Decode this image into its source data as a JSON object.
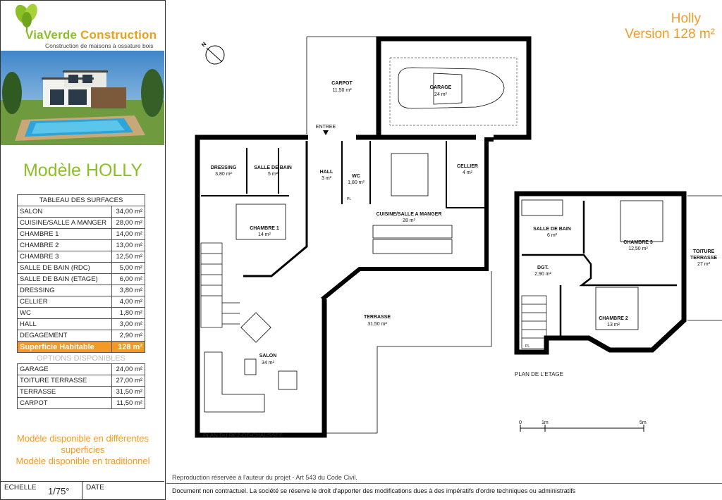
{
  "brand": {
    "name_part1": "ViaVerde ",
    "name_part2": "C",
    "name_part3": "onstruction",
    "tagline": "Construction de maisons à ossature bois"
  },
  "model_title": "Modèle HOLLY",
  "header": {
    "title": "Holly",
    "version": "Version 128 m²"
  },
  "table": {
    "title": "TABLEAU DES SURFACES",
    "rows": [
      {
        "name": "SALON",
        "value": "34,00 m²"
      },
      {
        "name": "CUISINE/SALLE A MANGER",
        "value": "28,00 m²"
      },
      {
        "name": "CHAMBRE 1",
        "value": "14,00 m²"
      },
      {
        "name": "CHAMBRE 2",
        "value": "13,00 m²"
      },
      {
        "name": "CHAMBRE 3",
        "value": "12,50 m²"
      },
      {
        "name": "SALLE DE BAIN (RDC)",
        "value": "5,00 m²"
      },
      {
        "name": "SALLE DE BAIN (ETAGE)",
        "value": "6,00 m²"
      },
      {
        "name": "DRESSING",
        "value": "3,80 m²"
      },
      {
        "name": "CELLIER",
        "value": "4,00 m²"
      },
      {
        "name": "WC",
        "value": "1,80 m²"
      },
      {
        "name": "HALL",
        "value": "3,00 m²"
      },
      {
        "name": "DEGAGEMENT",
        "value": "2,90 m²"
      }
    ],
    "habitable": {
      "name": "Superficie Habitable",
      "value": "128 m²"
    },
    "options_title": "OPTIONS DISPONIBLES",
    "options": [
      {
        "name": "GARAGE",
        "value": "24,00 m²"
      },
      {
        "name": "TOITURE TERRASSE",
        "value": "27,00 m²"
      },
      {
        "name": "TERRASSE",
        "value": "31,50 m²"
      },
      {
        "name": "CARPOT",
        "value": "11,50 m²"
      }
    ]
  },
  "availability": {
    "line1": "Modèle disponible en différentes",
    "line2": "superficies",
    "line3": "Modèle disponible en traditionnel"
  },
  "scale": {
    "label": "ECHELLE",
    "value": "1/75°",
    "date_label": "DATE"
  },
  "rooms": {
    "carpot": {
      "name": "CARPOT",
      "area": "11,50 m²"
    },
    "garage": {
      "name": "GARAGE",
      "area": "24 m²"
    },
    "entree": "ENTREE",
    "dressing": {
      "name": "DRESSING",
      "area": "3,80 m²"
    },
    "sdb_rdc": {
      "name": "SALLE DE BAIN",
      "area": "5 m²"
    },
    "hall": {
      "name": "HALL",
      "area": "3 m²"
    },
    "wc": {
      "name": "WC",
      "area": "1,80 m²"
    },
    "cellier": {
      "name": "CELLIER",
      "area": "4 m²"
    },
    "cuisine": {
      "name": "CUISINE/SALLE A MANGER",
      "area": "28 m²"
    },
    "chambre1": {
      "name": "CHAMBRE 1",
      "area": "14 m²"
    },
    "terrasse": {
      "name": "TERRASSE",
      "area": "31,50 m²"
    },
    "salon": {
      "name": "SALON",
      "area": "34 m²"
    },
    "sdb_etage": {
      "name": "SALLE DE BAIN",
      "area": "6 m²"
    },
    "chambre3": {
      "name": "CHAMBRE 3",
      "area": "12,50 m²"
    },
    "toiture": {
      "name1": "TOITURE",
      "name2": "TERRASSE",
      "area": "27 m²"
    },
    "dgt": {
      "name": "DGT.",
      "area": "2,90 m²"
    },
    "chambre2": {
      "name": "CHAMBRE 2",
      "area": "13 m²"
    },
    "pl": "PL"
  },
  "compass": "N",
  "scale_bar": {
    "zero": "0",
    "one": "1m",
    "five": "5m"
  },
  "plan_labels": {
    "rdc": "PLAN DU REZ-DE-CHAUSSEE",
    "etage": "PLAN DE L'ETAGE"
  },
  "footer": {
    "reproduction": "Reproduction réservée à l'auteur du projet - Art 543 du Code Civil.",
    "notice": "Document non contractuel. La société se réserve le droit d'apporter des modifications dues à des impératifs d'ordre techniques ou administratifs"
  }
}
